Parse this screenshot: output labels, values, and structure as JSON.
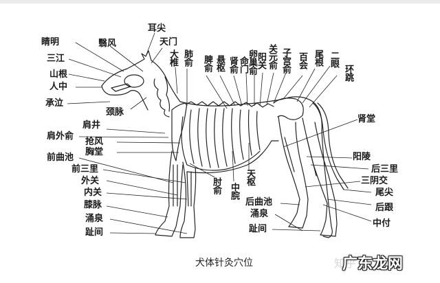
{
  "figure": {
    "title": "犬体针灸穴位",
    "watermark": "广东龙网",
    "watermark_ghost": "知乎"
  },
  "labels": {
    "left": [
      "睛明",
      "三江",
      "山根",
      "人中",
      "承泣",
      "颈脉",
      "肩井",
      "肩外俞",
      "抢风",
      "胸堂",
      "前曲池",
      "前三里",
      "外关",
      "内关",
      "膝脉",
      "涌泉",
      "趾间"
    ],
    "top": [
      "翳风",
      "耳尖",
      "天门",
      "大椎",
      "肺俞",
      "脾俞",
      "悬枢",
      "肾俞",
      "命门",
      "卵巢俞",
      "阳关",
      "关元俞",
      "子宫俞",
      "百会",
      "尾根",
      "二眼",
      "环跳"
    ],
    "bottom": [
      "肘俞",
      "中脘",
      "天枢",
      "后曲池",
      "涌泉",
      "趾间"
    ],
    "right": [
      "肾堂",
      "阳陵",
      "后三里",
      "三阴交",
      "尾尖",
      "后跟",
      "中付"
    ]
  },
  "colors": {
    "ink": "#1a1a1a",
    "background": "#ffffff",
    "topbar": "#ececec"
  }
}
